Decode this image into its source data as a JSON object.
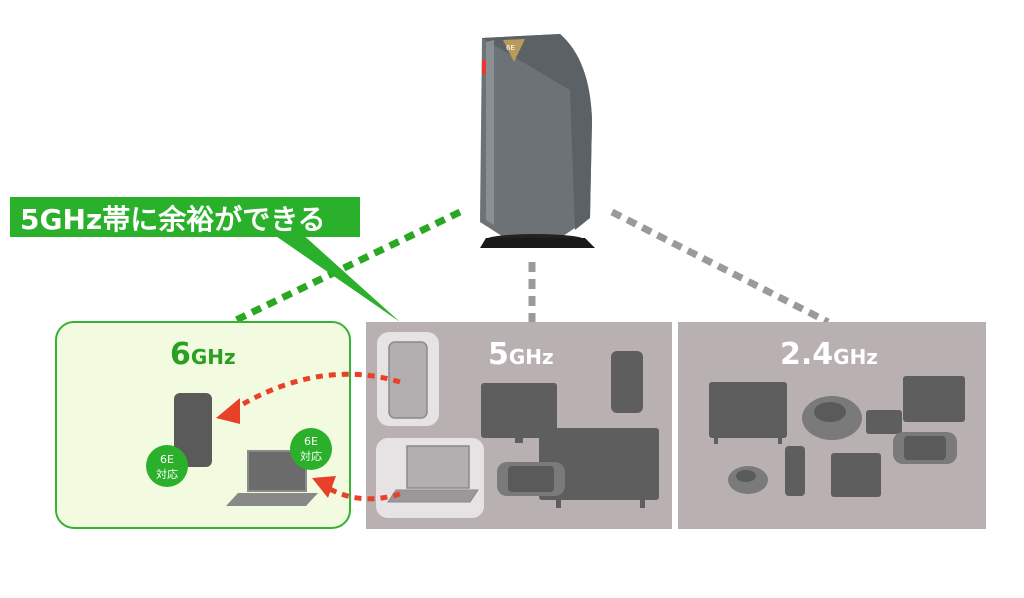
{
  "callout": {
    "text": "5GHz帯に余裕ができる"
  },
  "router": {
    "badge": "6E"
  },
  "bands": [
    {
      "id": "6ghz",
      "num": "6",
      "unit": "GHz",
      "color": "#2aa022"
    },
    {
      "id": "5ghz",
      "num": "5",
      "unit": "GHz",
      "color": "#ffffff"
    },
    {
      "id": "24ghz",
      "num": "2.4",
      "unit": "GHz",
      "color": "#ffffff"
    }
  ],
  "badges": [
    {
      "line1": "6E",
      "line2": "対応"
    },
    {
      "line1": "6E",
      "line2": "対応"
    }
  ],
  "colors": {
    "green": "#2ab02a",
    "light_green_panel": "#f2fbe0",
    "gray_panel": "#b9b0b2",
    "device_gray": "#6b6b6b",
    "arrow_red": "#e8412a",
    "dash_gray": "#9a9a9a"
  }
}
